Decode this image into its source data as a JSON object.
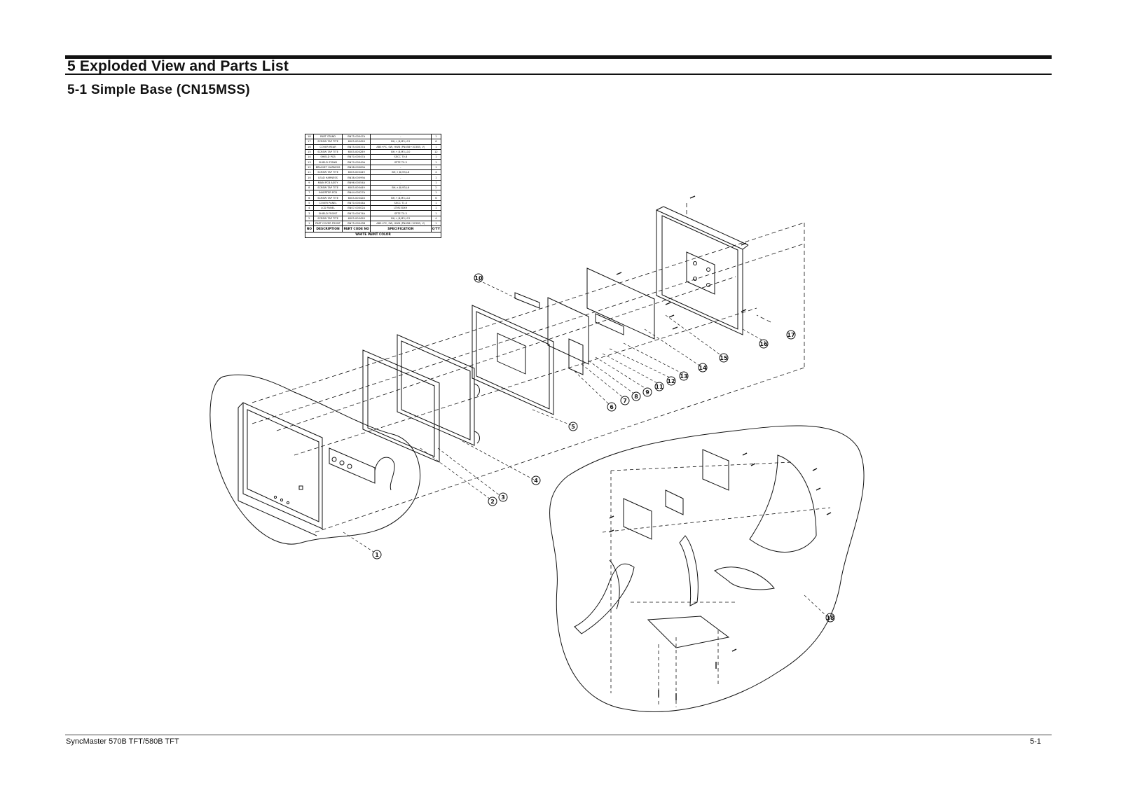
{
  "header": {
    "section_title": "5 Exploded View and Parts List",
    "subsection_title": "5-1 Simple Base (CN15MSS)"
  },
  "parts_table": {
    "caption": "WHITE PAINT COLOR",
    "columns": [
      "NO",
      "DESCRIPTION",
      "PART CODE NO",
      "SPECIFICATION",
      "Q'TY"
    ],
    "rows": [
      {
        "no": "18",
        "desc": "PART STAND",
        "code": "BN75-00047A",
        "spec": "-",
        "qty": "1"
      },
      {
        "no": "17",
        "desc": "SCREW TAP TITE",
        "code": "6003-000428",
        "spec": "BH,+,B,M3,L12",
        "qty": "6"
      },
      {
        "no": "16",
        "desc": "COVER REAR",
        "code": "BN75-00037A",
        "spec": "ABS+PC, SW, HW8 (PN458+3C5B5, V)",
        "qty": "1"
      },
      {
        "no": "15",
        "desc": "SCREW TAP TITE",
        "code": "6003-000289",
        "spec": "BH,+,B,M3,L10",
        "qty": "12"
      },
      {
        "no": "14",
        "desc": "SHIELD PCB",
        "code": "BN70-00047A",
        "spec": "SECC T0.8",
        "qty": "1"
      },
      {
        "no": "13",
        "desc": "SHIELD STAND",
        "code": "BN70-00049A",
        "spec": "SPTE T0.3",
        "qty": "1"
      },
      {
        "no": "12",
        "desc": "BRACKET HARNESS",
        "code": "BN38-00069A",
        "spec": "-",
        "qty": "1"
      },
      {
        "no": "11",
        "desc": "SCREW TAP TITE",
        "code": "6003-000449",
        "spec": "BH,+,B,M3,L6",
        "qty": "4"
      },
      {
        "no": "10",
        "desc": "LEAD HARNESS",
        "code": "BN38-00099A",
        "spec": "-",
        "qty": "1"
      },
      {
        "no": "9",
        "desc": "MAIN PCB ASS'Y",
        "code": "BN96-00054A",
        "spec": "-",
        "qty": "1"
      },
      {
        "no": "8",
        "desc": "SCREW TAP TITE",
        "code": "6003-000449",
        "spec": "BH,+,B,M3,L6",
        "qty": "2"
      },
      {
        "no": "7",
        "desc": "INVERTER PCB",
        "code": "BN44-00027A",
        "spec": "-",
        "qty": "1"
      },
      {
        "no": "6",
        "desc": "SCREW TAP TITE",
        "code": "6003-000428",
        "spec": "BH,+,B,M3,L12",
        "qty": "6"
      },
      {
        "no": "5",
        "desc": "COVER PANEL",
        "code": "BN70-00044A",
        "spec": "SECC T1.0",
        "qty": "1"
      },
      {
        "no": "4",
        "desc": "LCD PANEL",
        "code": "BN07-00002A",
        "spec": "LTM150XH",
        "qty": "1"
      },
      {
        "no": "3",
        "desc": "SHIELD FRONT",
        "code": "BN70-00074A",
        "spec": "SPTE T0.3",
        "qty": "1"
      },
      {
        "no": "2",
        "desc": "SCREW TAP TITE",
        "code": "6003-000428",
        "spec": "BH,+,B,M3,L12",
        "qty": "4"
      },
      {
        "no": "1",
        "desc": "PART COVER FRONT",
        "code": "BN75-00043B",
        "spec": "ABS+PC, SW, HW8 (PN458+3C5B5, V)",
        "qty": "1"
      }
    ]
  },
  "callouts": [
    "1",
    "2",
    "3",
    "4",
    "5",
    "6",
    "7",
    "8",
    "9",
    "10",
    "11",
    "12",
    "13",
    "14",
    "15",
    "16",
    "17",
    "18"
  ],
  "footer": {
    "left": "SyncMaster 570B TFT/580B TFT",
    "right": "5-1"
  }
}
